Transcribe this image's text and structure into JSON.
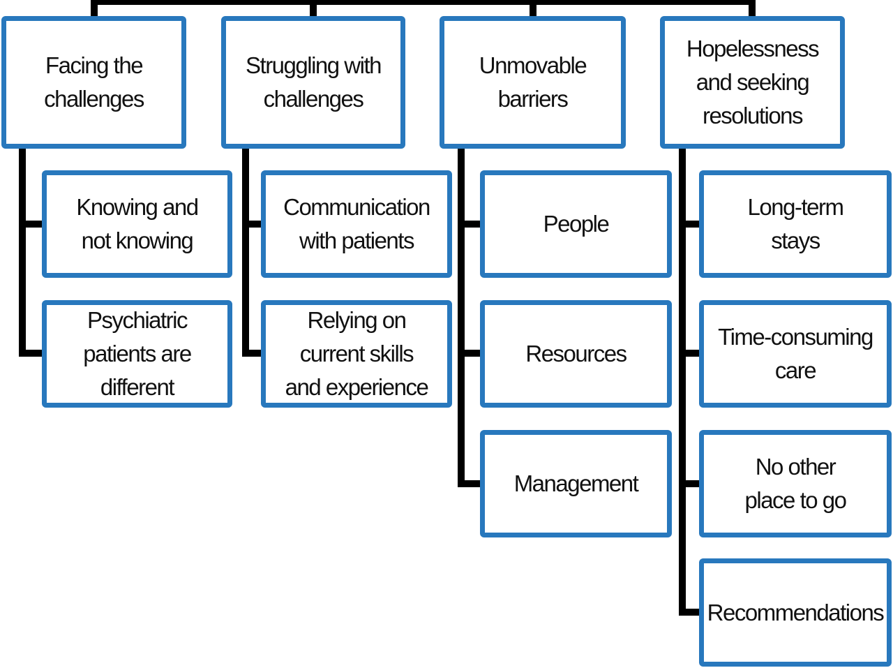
{
  "diagram": {
    "kind": "thematic-hierarchy-flowchart",
    "themes": [
      {
        "label": "Facing the\nchallenges",
        "children": [
          {
            "label": "Knowing and\nnot knowing"
          },
          {
            "label": "Psychiatric\npatients are\ndifferent"
          }
        ]
      },
      {
        "label": "Struggling with\nchallenges",
        "children": [
          {
            "label": "Communication\nwith patients"
          },
          {
            "label": "Relying on\ncurrent skills\nand experience"
          }
        ]
      },
      {
        "label": "Unmovable\nbarriers",
        "children": [
          {
            "label": "People"
          },
          {
            "label": "Resources"
          },
          {
            "label": "Management"
          }
        ]
      },
      {
        "label": "Hopelessness\nand seeking\nresolutions",
        "children": [
          {
            "label": "Long-term\nstays"
          },
          {
            "label": "Time-consuming\ncare"
          },
          {
            "label": "No other\nplace to go"
          },
          {
            "label": "Recommendations"
          }
        ]
      }
    ],
    "colors": {
      "box_border": "#2878bd",
      "connector": "#000000",
      "text": "#111111",
      "background": "#ffffff"
    }
  }
}
